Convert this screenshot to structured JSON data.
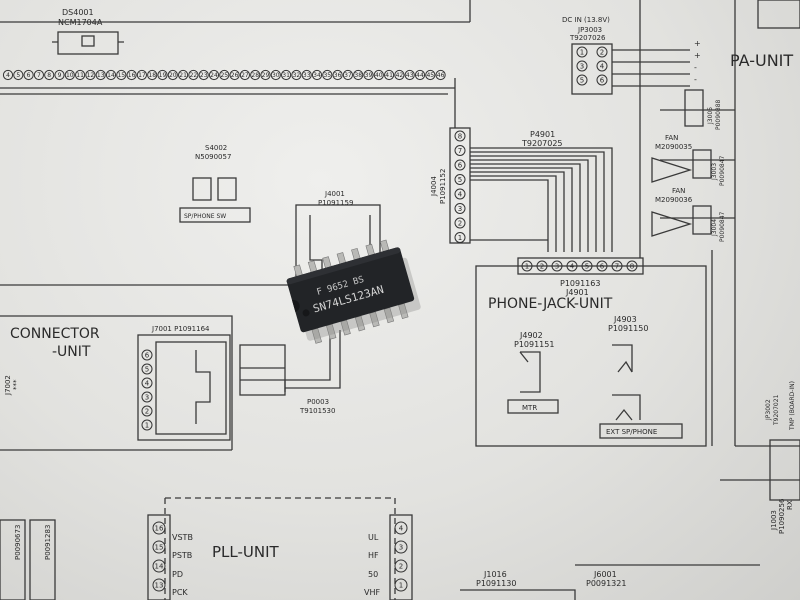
{
  "labels": {
    "ds4001_ref": "DS4001",
    "ds4001_part": "NCM1704A",
    "dc_in": "DC IN (13.8V)",
    "jp3003": "JP3003",
    "t9207026": "T9207026",
    "pa_unit": "PA-UNIT",
    "j3005": "J3005",
    "p0090888": "P0090888",
    "fan1": "FAN",
    "m2090035": "M2090035",
    "j3003": "J3003",
    "p0090847a": "P0090847",
    "fan2": "FAN",
    "m2090036": "M2090036",
    "j3004": "J3004",
    "p0090847b": "P0090847",
    "p4901": "P4901",
    "t9207025": "T9207025",
    "s4002": "S4002",
    "n5090057": "N5090057",
    "sp_phone_sw": "SP/PHONE SW",
    "j4001": "J4001",
    "p1091159": "P1091159",
    "j4004": "J4004",
    "p1091152": "P1091152",
    "p1091163": "P1091163",
    "j4901": "J4901",
    "phone_jack_unit": "PHONE-JACK-UNIT",
    "j4902": "J4902",
    "p1091151": "P1091151",
    "j4903": "J4903",
    "p1091150": "P1091150",
    "mtr": "MTR",
    "ext_sp_phone": "EXT SP/PHONE",
    "connector": "CONNECTOR",
    "unit": "-UNIT",
    "j7001": "J7001 P1091164",
    "j7002": "J7002",
    "stars": "***",
    "p0003": "P0003",
    "t9101530": "T9101530",
    "jp3002": "JP3002",
    "t9207021": "T9207021",
    "tmp_board_in": "TMP (BOARD-IN)",
    "j1003": "J1003",
    "p1090256": "P1090256",
    "rx": "RX",
    "pll_unit": "PLL-UNIT",
    "vstb": "VSTB",
    "pstb": "PSTB",
    "pd": "PD",
    "pck": "PCK",
    "ul": "UL",
    "hf": "HF",
    "fifty": "50",
    "vhf": "VHF",
    "j1016": "J1016",
    "p1091130": "P1091130",
    "j6001": "J6001",
    "p0091321": "P0091321",
    "p0090673": "P0090673",
    "p0091283": "P0091283",
    "plus": "+",
    "minus": "-"
  },
  "chip": {
    "line1": "F 9652 BS",
    "line2": "SN74LS123AN"
  },
  "bus_numbers": [
    "4",
    "5",
    "6",
    "7",
    "8",
    "9",
    "10",
    "11",
    "12",
    "13",
    "14",
    "15",
    "16",
    "17",
    "18",
    "19",
    "20",
    "21",
    "22",
    "23",
    "24",
    "25",
    "26",
    "27",
    "28",
    "29",
    "30",
    "31",
    "32",
    "33",
    "34",
    "35",
    "36",
    "37",
    "38",
    "39",
    "40",
    "41",
    "42",
    "43",
    "44",
    "45",
    "46"
  ],
  "j4004_pins": [
    "8",
    "7",
    "6",
    "5",
    "4",
    "3",
    "2",
    "1"
  ],
  "j4901_pins": [
    "1",
    "2",
    "3",
    "4",
    "5",
    "6",
    "7",
    "8"
  ],
  "jp3003_pins": [
    "1",
    "2",
    "3",
    "4",
    "5",
    "6"
  ],
  "j7001_pins": [
    "1",
    "2",
    "3",
    "4",
    "5",
    "6"
  ],
  "pll_left_pins": [
    "16",
    "15",
    "14",
    "13"
  ],
  "pll_right_pins": [
    "4",
    "3",
    "2",
    "1"
  ]
}
